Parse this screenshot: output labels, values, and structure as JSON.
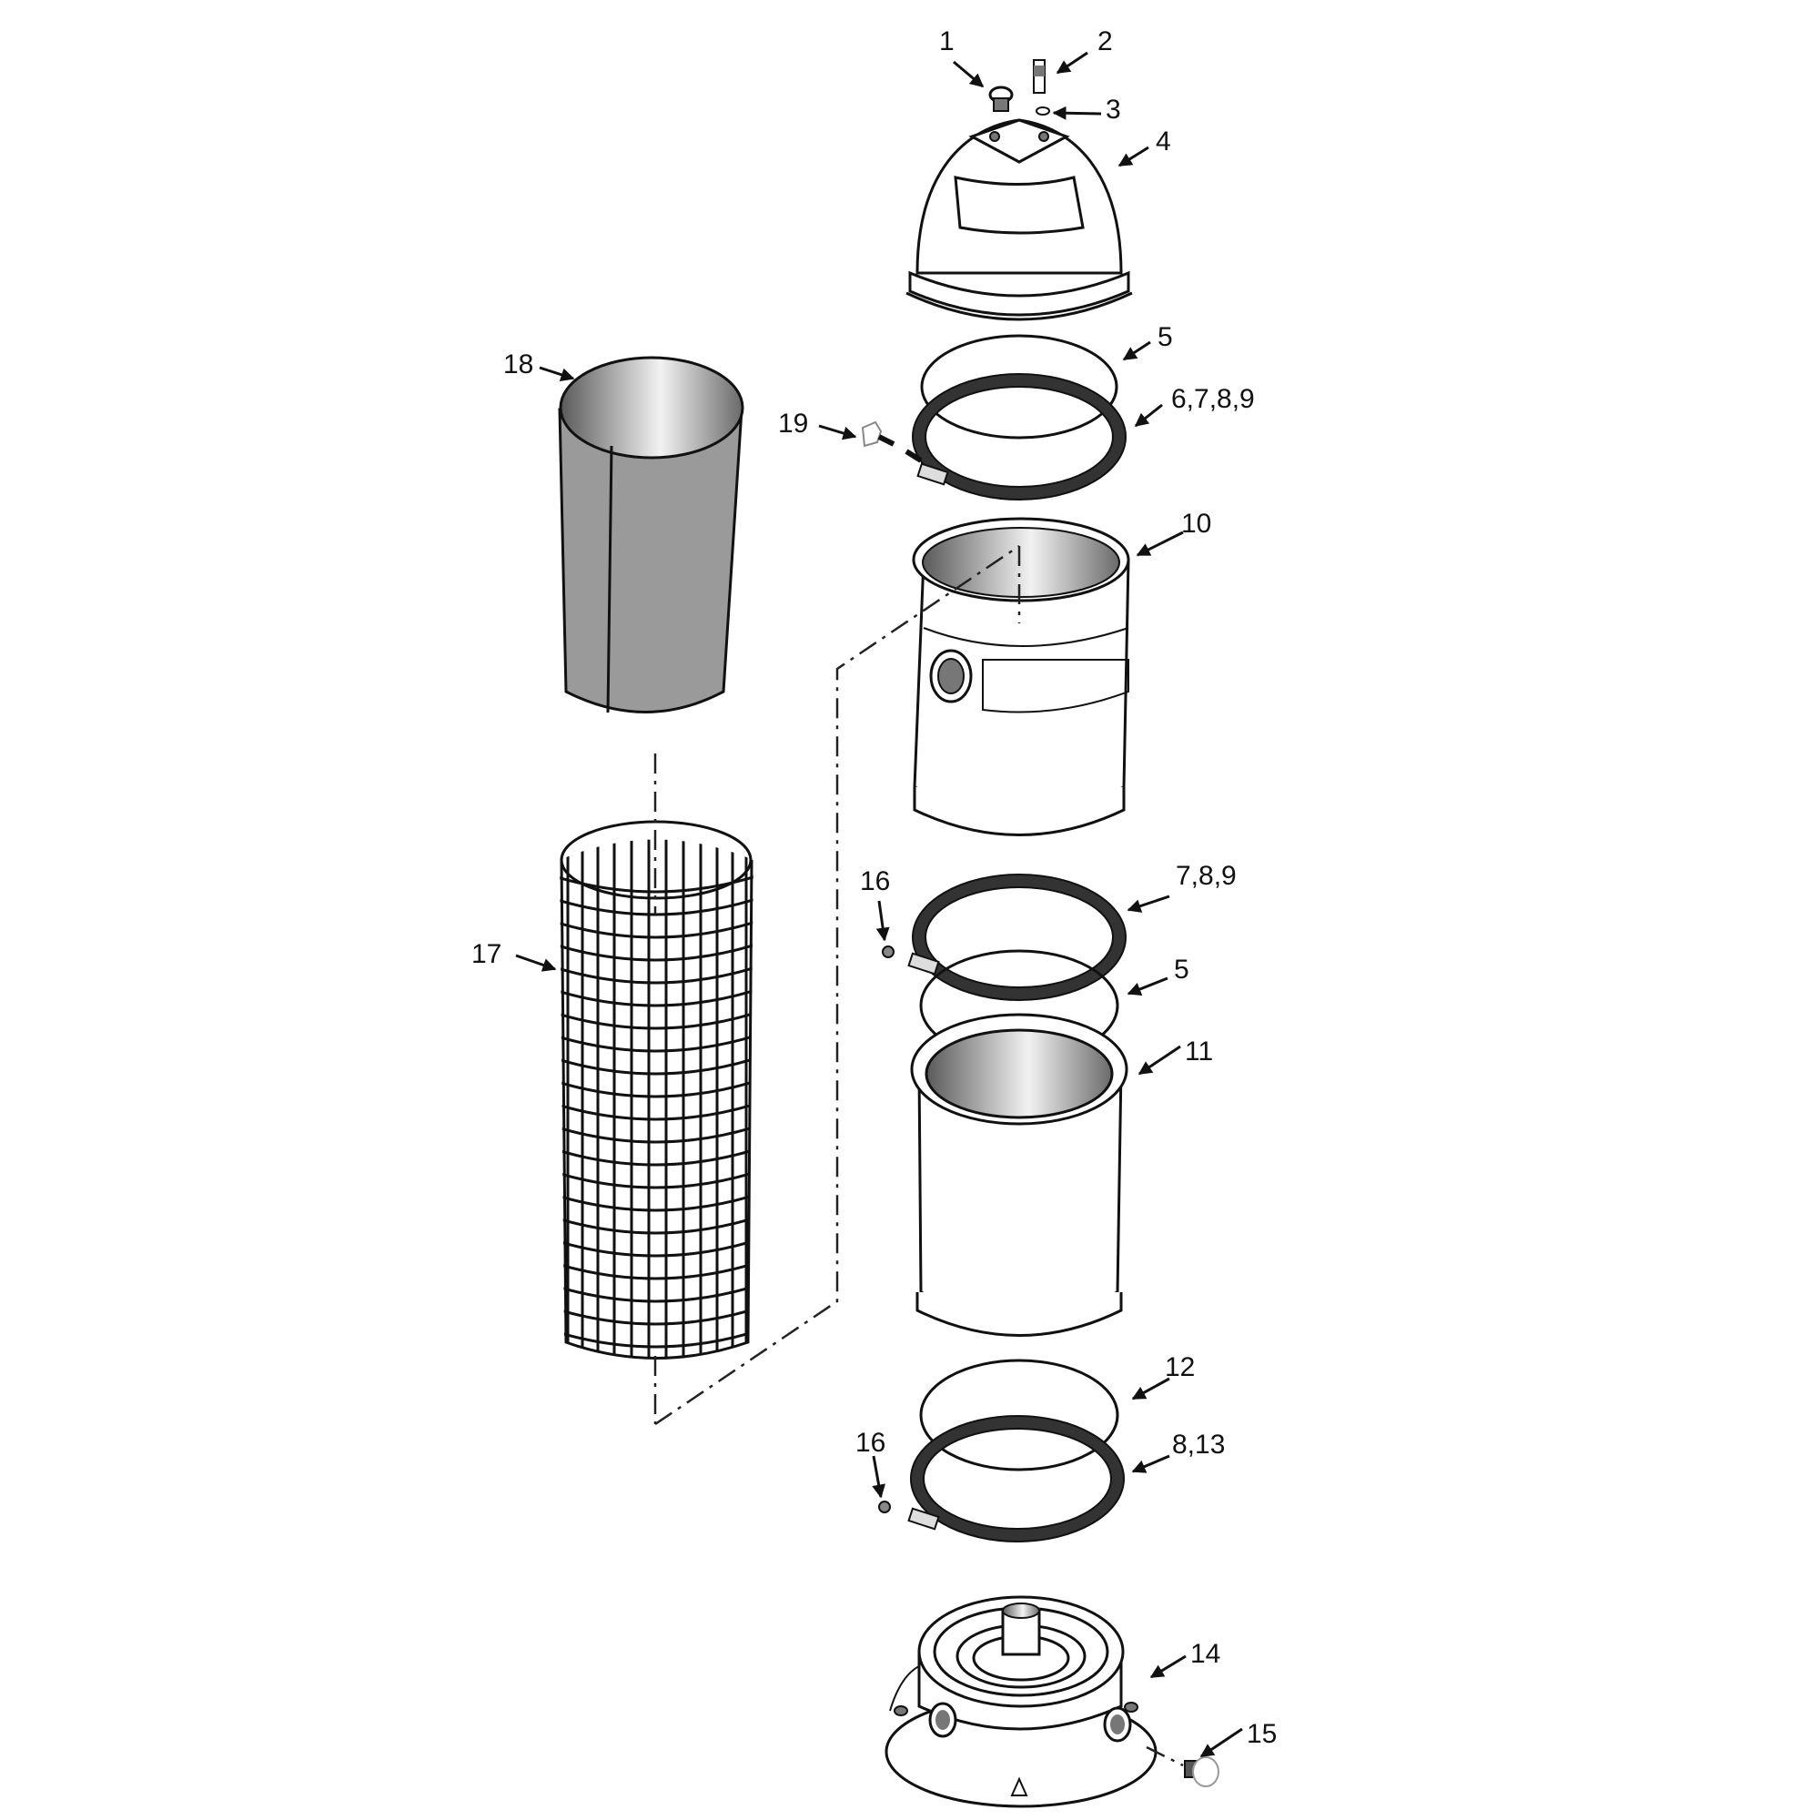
{
  "diagram": {
    "type": "exploded-parts-diagram",
    "subject": "cartridge pool filter assembly",
    "colors": {
      "line": "#111111",
      "cartridge_fill": "#9a9a9a",
      "ring_fill": "#3a3a3a",
      "background": "#ffffff"
    },
    "callouts": [
      {
        "id": "c1",
        "label": "1"
      },
      {
        "id": "c2",
        "label": "2"
      },
      {
        "id": "c3",
        "label": "3"
      },
      {
        "id": "c4",
        "label": "4"
      },
      {
        "id": "c5a",
        "label": "5"
      },
      {
        "id": "c6",
        "label": "6,7,8,9"
      },
      {
        "id": "c19",
        "label": "19"
      },
      {
        "id": "c18",
        "label": "18"
      },
      {
        "id": "c10",
        "label": "10"
      },
      {
        "id": "c16a",
        "label": "16"
      },
      {
        "id": "c7",
        "label": "7,8,9"
      },
      {
        "id": "c5b",
        "label": "5"
      },
      {
        "id": "c11",
        "label": "11"
      },
      {
        "id": "c17",
        "label": "17"
      },
      {
        "id": "c12",
        "label": "12"
      },
      {
        "id": "c16b",
        "label": "16"
      },
      {
        "id": "c8",
        "label": "8,13"
      },
      {
        "id": "c14",
        "label": "14"
      },
      {
        "id": "c15",
        "label": "15"
      }
    ],
    "parts": [
      {
        "number": "1",
        "shape": "bolt"
      },
      {
        "number": "2",
        "shape": "air-relief valve"
      },
      {
        "number": "3",
        "shape": "small o-ring"
      },
      {
        "number": "4",
        "shape": "dome lid"
      },
      {
        "number": "5",
        "shape": "large o-ring"
      },
      {
        "number": "6,7,8,9",
        "shape": "clamp ring assembly"
      },
      {
        "number": "10",
        "shape": "upper tank body with port"
      },
      {
        "number": "11",
        "shape": "tank extension"
      },
      {
        "number": "12",
        "shape": "o-ring"
      },
      {
        "number": "8,13",
        "shape": "lower clamp ring"
      },
      {
        "number": "14",
        "shape": "filter base"
      },
      {
        "number": "15",
        "shape": "drain plug"
      },
      {
        "number": "16",
        "shape": "nut"
      },
      {
        "number": "17",
        "shape": "mesh grid core"
      },
      {
        "number": "18",
        "shape": "filter cartridge"
      },
      {
        "number": "19",
        "shape": "clamp knob"
      }
    ]
  }
}
